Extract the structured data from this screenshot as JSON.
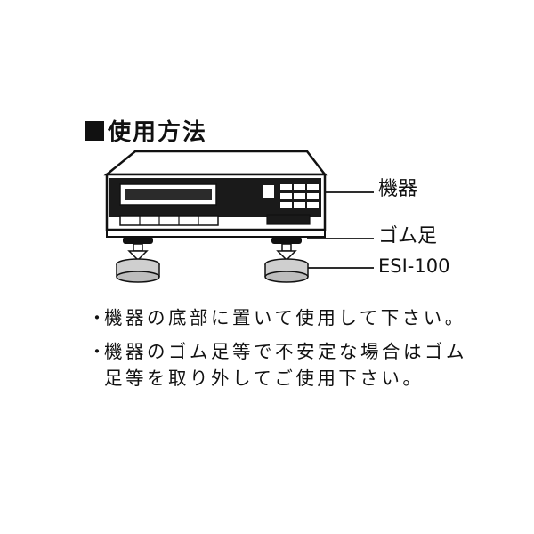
{
  "section": {
    "title": "使用方法"
  },
  "figure": {
    "labels": {
      "device": "機器",
      "rubber_feet": "ゴム足",
      "product": "ESI-100"
    },
    "icons": [
      "device-illustration",
      "rubber-foot",
      "esi-100-pad",
      "leader-line"
    ]
  },
  "instructions": {
    "bullet": "・",
    "items": [
      "機器の底部に置いて使用して下さい。",
      "機器のゴム足等で不安定な場合はゴム足等を取り外してご使用下さい。"
    ]
  }
}
